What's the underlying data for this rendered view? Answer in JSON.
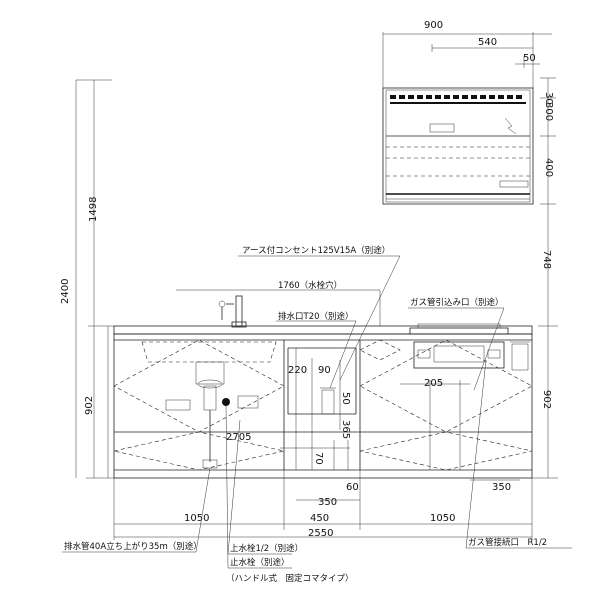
{
  "hood": {
    "width_total": "900",
    "width_inner": "540",
    "offset": "50",
    "h_top": "30",
    "h_mid": "300",
    "h_low": "400"
  },
  "vertical_dims": {
    "overall_height": "2400",
    "upper_height": "1498",
    "hood_to_counter": "748",
    "counter_height_left": "902",
    "counter_height_right": "902"
  },
  "callouts": {
    "outlet": "アース付コンセント125V15A（別途）",
    "wall_ref": "1760（水栓穴）",
    "drain": "排水口T20（別途）",
    "gas": "ガス管引込み口（別途）"
  },
  "inner_dims": {
    "d220": "220",
    "d90": "90",
    "d50": "50",
    "d365": "365",
    "d205": "205",
    "d70": "70",
    "d60": "60",
    "d350a": "350",
    "d350b": "350",
    "d2705": "2705"
  },
  "bottom_dims": {
    "left": "1050",
    "center": "450",
    "right": "1050",
    "total": "2550"
  },
  "notes": {
    "drain_pipe": "排水管40A立ち上がり35m（別途）",
    "water_supply": "上水栓1/2（別途）",
    "hot_water": "止水栓（別途）",
    "faucet_type": "（ハンドル式　固定コマタイプ）",
    "gas_valve": "ガス管接続口　R1/2"
  }
}
